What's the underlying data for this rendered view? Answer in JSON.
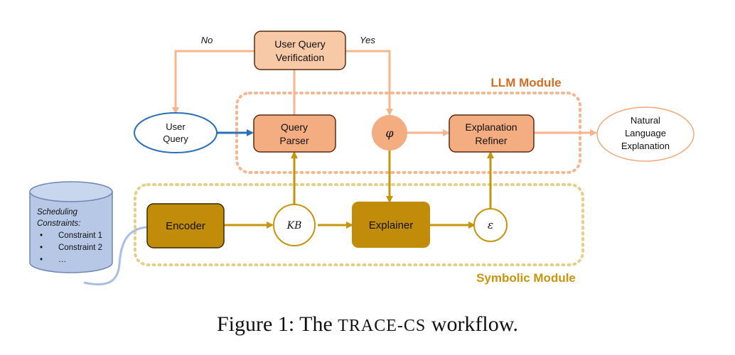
{
  "diagram": {
    "decision": {
      "line1": "User Query",
      "line2": "Verification",
      "no_label": "No",
      "yes_label": "Yes"
    },
    "llm_module_label": "LLM Module",
    "symbolic_module_label": "Symbolic Module",
    "user_query": {
      "line1": "User",
      "line2": "Query"
    },
    "query_parser": {
      "line1": "Query",
      "line2": "Parser"
    },
    "phi": "φ",
    "explanation_refiner": {
      "line1": "Explanation",
      "line2": "Refiner"
    },
    "natural_language_explanation": {
      "line1": "Natural",
      "line2": "Language",
      "line3": "Explanation"
    },
    "encoder": "Encoder",
    "kb": "KB",
    "explainer": "Explainer",
    "epsilon": "ε",
    "database": {
      "title_line1": "Scheduling",
      "title_line2": "Constraints:",
      "items": [
        "Constraint 1",
        "Constraint 2",
        "…"
      ],
      "bullet": "•"
    },
    "colors": {
      "llm_fill": "#f4ad80",
      "llm_stroke": "#5a2a10",
      "verification_fill": "#f8c9a6",
      "llm_arrow": "#f6b58d",
      "llm_module_text": "#d46d24",
      "symbolic_fill": "#c08c0a",
      "symbolic_arrow": "#c4950f",
      "symbolic_dotted": "#e6cf8a",
      "symbolic_module_text": "#c9950e",
      "blue_stroke": "#2a6fb8",
      "db_fill": "#b7c8e6",
      "db_stroke": "#6f86b5"
    }
  },
  "caption": {
    "prefix": "Figure 1: The ",
    "name": "TRACE-CS",
    "suffix": " workflow."
  }
}
